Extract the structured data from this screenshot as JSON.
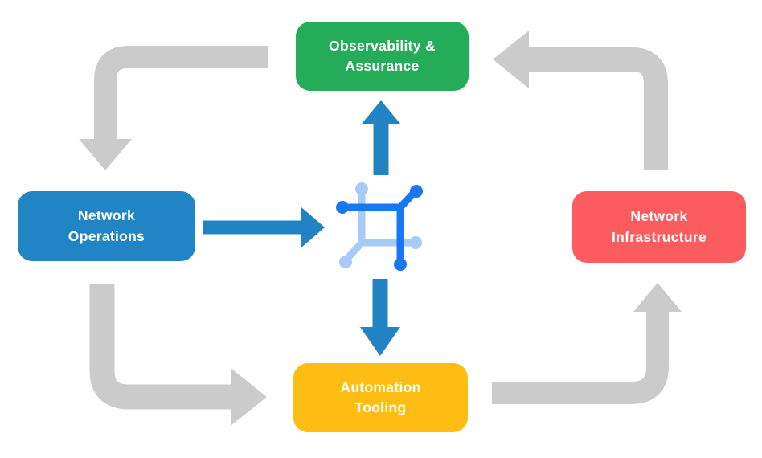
{
  "nodes": {
    "observability": {
      "label": "Observability &\nAssurance",
      "color": "#24AC58"
    },
    "operations": {
      "label": "Network\nOperations",
      "color": "#2185C5"
    },
    "infrastructure": {
      "label": "Network\nInfrastructure",
      "color": "#FC5C60"
    },
    "automation": {
      "label": "Automation\nTooling",
      "color": "#FEBD13"
    }
  },
  "palette": {
    "background": "#FFFFFF",
    "arrow_gray": "#CBCBCB",
    "arrow_blue": "#2183C4",
    "icon_dark": "#1877F2",
    "icon_light": "#A7CBF6"
  },
  "icons": {
    "center": "network-fabric-icon"
  }
}
